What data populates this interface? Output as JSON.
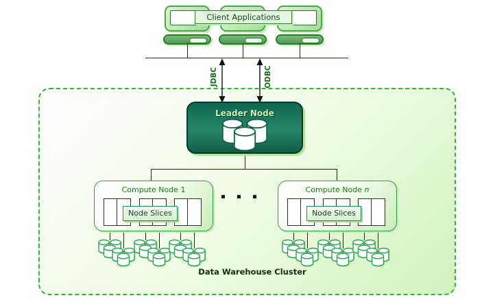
{
  "client_section": {
    "label": "Client Applications",
    "monitor_count": 3
  },
  "connections": {
    "jdbc_label": "JDBC",
    "odbc_label": "ODBC"
  },
  "cluster": {
    "label": "Data Warehouse Cluster",
    "leader_node": {
      "label": "Leader Node"
    },
    "compute_nodes": [
      {
        "title_prefix": "Compute Node ",
        "title_suffix": "1",
        "suffix_italic": false,
        "slices_label": "Node Slices",
        "slice_count": 6
      },
      {
        "title_prefix": "Compute Node ",
        "title_suffix": "n",
        "suffix_italic": true,
        "slices_label": "Node Slices",
        "slice_count": 6
      }
    ]
  },
  "colors": {
    "dashed_border_green": "#2eb82e",
    "leader_node_teal": "#156a52",
    "compute_node_border": "#2ca04a",
    "label_text_green": "#1a6b1a",
    "cluster_bg_green": "#d2f2bf"
  }
}
